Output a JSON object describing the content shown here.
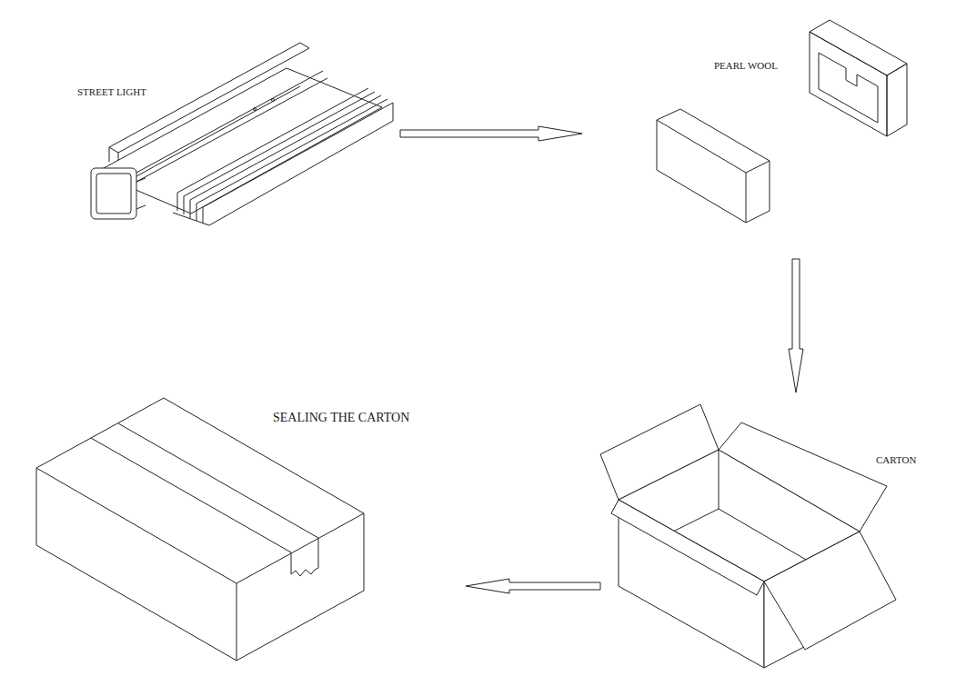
{
  "diagram": {
    "nodes": [
      {
        "text": [
          "STREET LIGHT"
        ]
      },
      {
        "text": [
          "PEARL WOOL"
        ]
      },
      {
        "text": [
          "CARTON"
        ]
      },
      {
        "text": [
          "SEALING THE CARTON"
        ]
      }
    ],
    "edges": [
      {
        "from": 0,
        "to": 1,
        "arrow": "to"
      },
      {
        "from": 1,
        "to": 2,
        "arrow": "to"
      },
      {
        "from": 2,
        "to": 3,
        "arrow": "to"
      }
    ]
  }
}
